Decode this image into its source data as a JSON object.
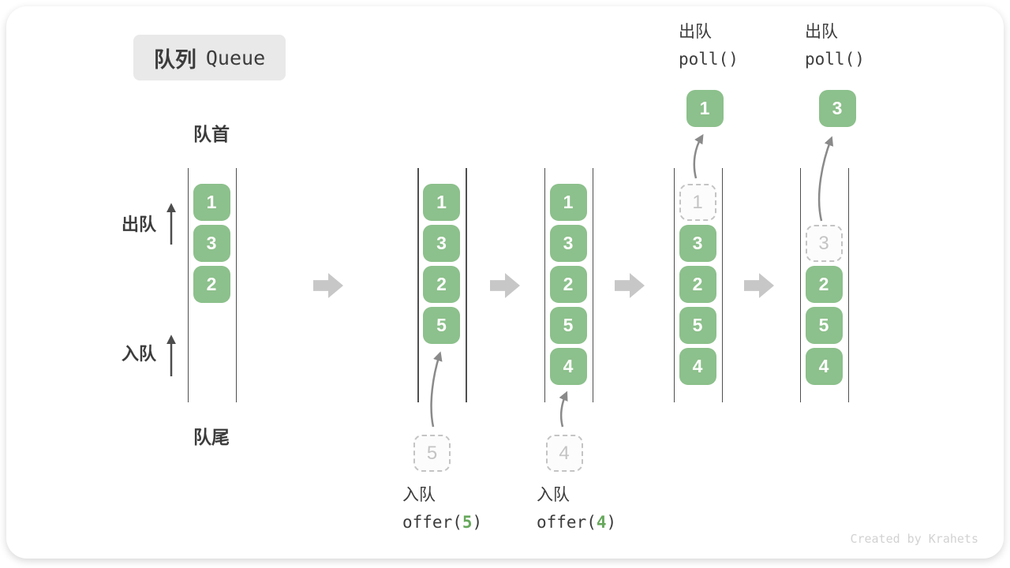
{
  "title": {
    "cn": "队列",
    "en": "Queue"
  },
  "side_labels": {
    "front": "队首",
    "rear": "队尾",
    "dequeue": "出队",
    "enqueue": "入队"
  },
  "watermark": "Created by Krahets",
  "colors": {
    "box_green": "#8CC08C",
    "code_green": "#67A85C",
    "block_arrow_gray": "#C7C7C7",
    "column_line_gray": "#4F4F4F",
    "dashed_gray": "#C4C4C4",
    "text_dark": "#3C3C3C",
    "watermark_gray": "#D2D2D2",
    "title_bg": "#E9E9E9"
  },
  "states": [
    {
      "slots": [
        {
          "slot": 0,
          "value": "1",
          "style": "green"
        },
        {
          "slot": 1,
          "value": "3",
          "style": "green"
        },
        {
          "slot": 2,
          "value": "2",
          "style": "green"
        }
      ]
    },
    {
      "slots": [
        {
          "slot": 0,
          "value": "1",
          "style": "green"
        },
        {
          "slot": 1,
          "value": "3",
          "style": "green"
        },
        {
          "slot": 2,
          "value": "2",
          "style": "green"
        },
        {
          "slot": 3,
          "value": "5",
          "style": "green"
        }
      ],
      "incoming_value": "5",
      "label_below": {
        "cn": "入队",
        "code_prefix": "offer(",
        "code_arg": "5",
        "code_suffix": ")"
      }
    },
    {
      "slots": [
        {
          "slot": 0,
          "value": "1",
          "style": "green"
        },
        {
          "slot": 1,
          "value": "3",
          "style": "green"
        },
        {
          "slot": 2,
          "value": "2",
          "style": "green"
        },
        {
          "slot": 3,
          "value": "5",
          "style": "green"
        },
        {
          "slot": 4,
          "value": "4",
          "style": "green"
        }
      ],
      "incoming_value": "4",
      "label_below": {
        "cn": "入队",
        "code_prefix": "offer(",
        "code_arg": "4",
        "code_suffix": ")"
      }
    },
    {
      "slots": [
        {
          "slot": 0,
          "value": "1",
          "style": "dashed"
        },
        {
          "slot": 1,
          "value": "3",
          "style": "green"
        },
        {
          "slot": 2,
          "value": "2",
          "style": "green"
        },
        {
          "slot": 3,
          "value": "5",
          "style": "green"
        },
        {
          "slot": 4,
          "value": "4",
          "style": "green"
        }
      ],
      "outgoing_value": "1",
      "label_above": {
        "cn": "出队",
        "code": "poll()"
      }
    },
    {
      "slots": [
        {
          "slot": 1,
          "value": "3",
          "style": "dashed"
        },
        {
          "slot": 2,
          "value": "2",
          "style": "green"
        },
        {
          "slot": 3,
          "value": "5",
          "style": "green"
        },
        {
          "slot": 4,
          "value": "4",
          "style": "green"
        }
      ],
      "outgoing_value": "3",
      "label_above": {
        "cn": "出队",
        "code": "poll()"
      }
    }
  ]
}
